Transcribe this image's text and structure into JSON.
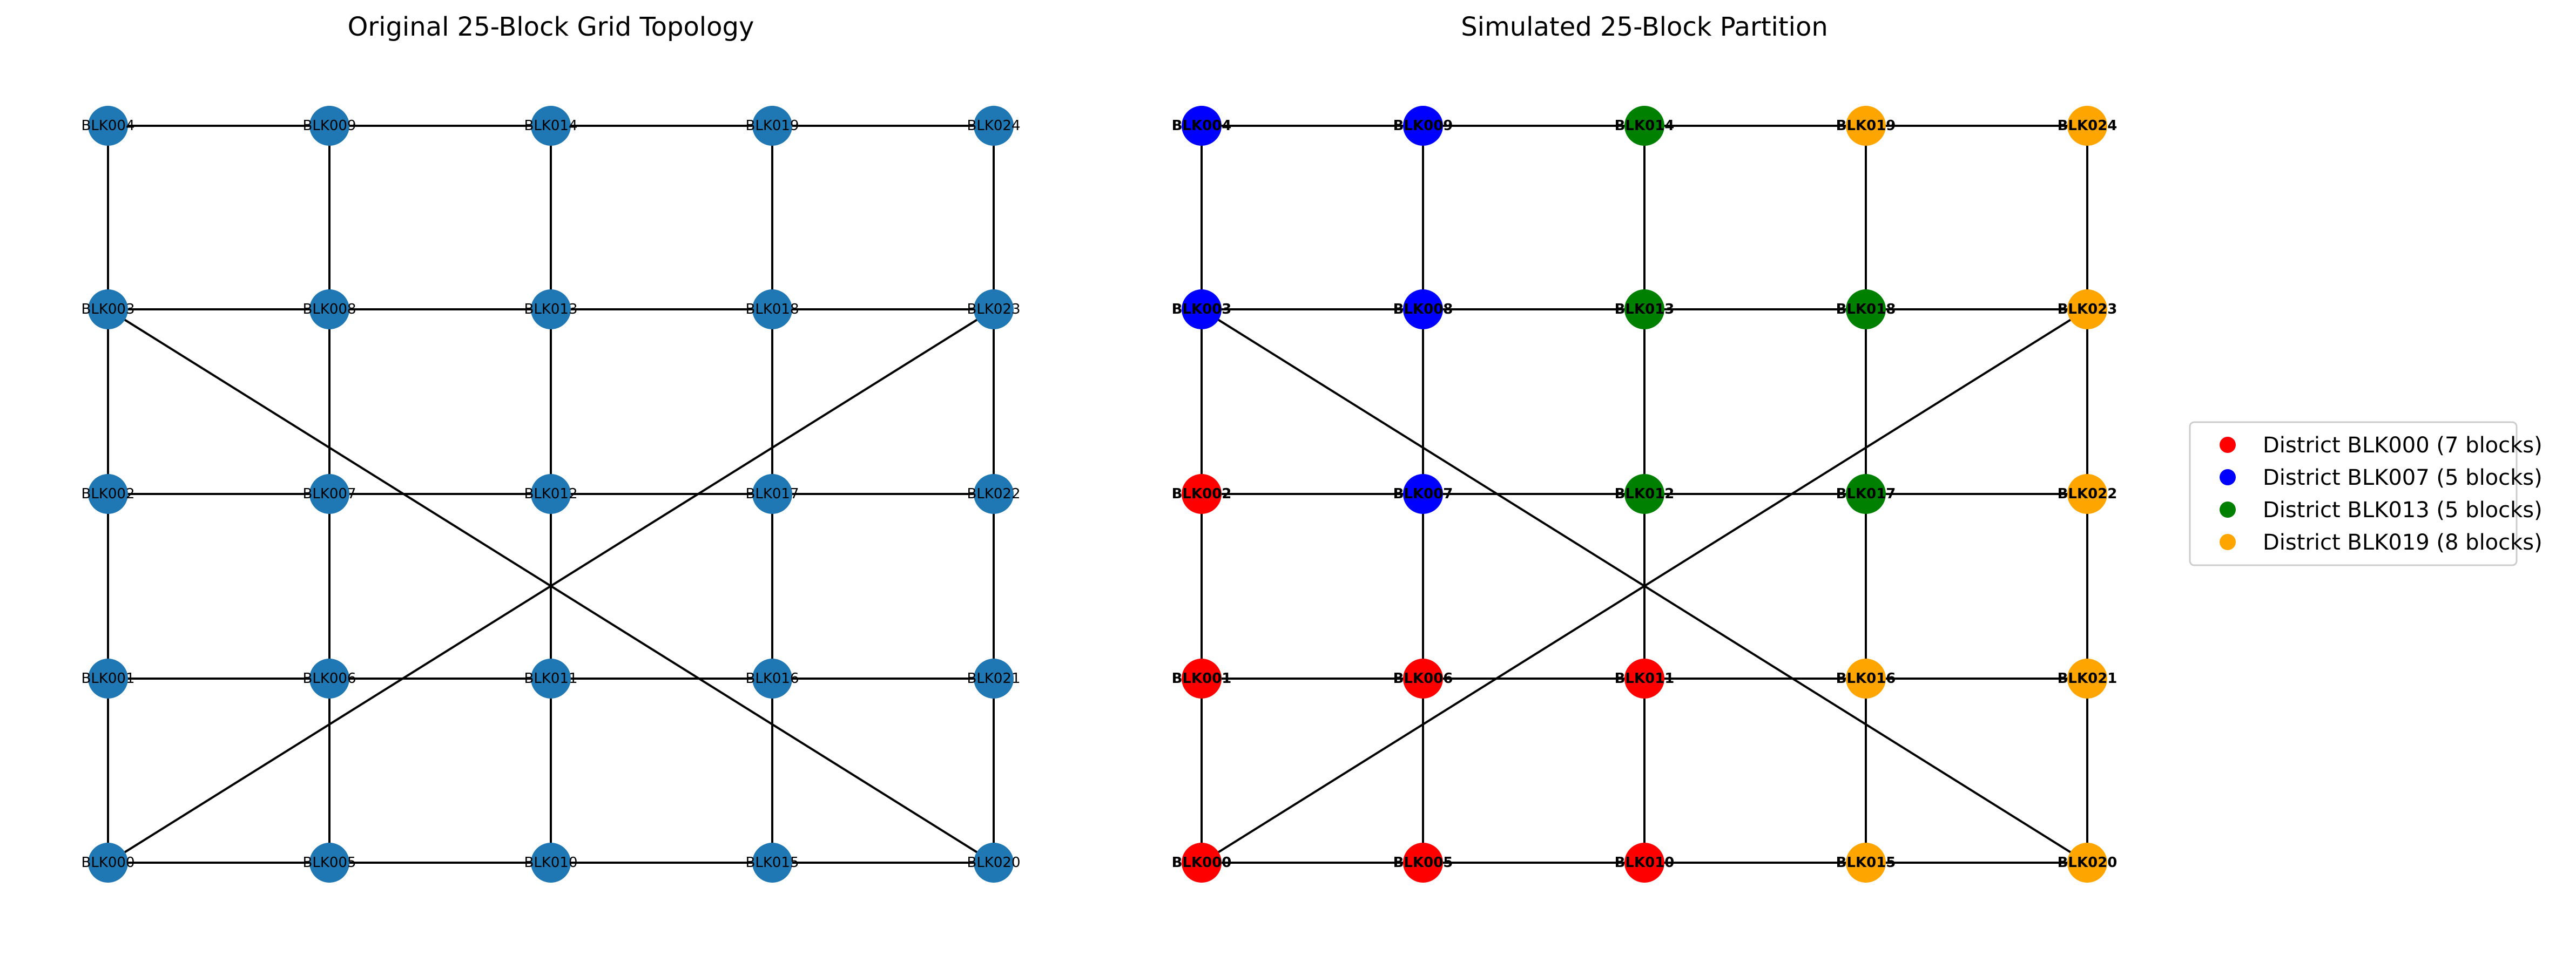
{
  "figure": {
    "left_title": "Original 25-Block Grid Topology",
    "right_title": "Simulated 25-Block Partition"
  },
  "graph": {
    "nodes": [
      "BLK000",
      "BLK001",
      "BLK002",
      "BLK003",
      "BLK004",
      "BLK005",
      "BLK006",
      "BLK007",
      "BLK008",
      "BLK009",
      "BLK010",
      "BLK011",
      "BLK012",
      "BLK013",
      "BLK014",
      "BLK015",
      "BLK016",
      "BLK017",
      "BLK018",
      "BLK019",
      "BLK020",
      "BLK021",
      "BLK022",
      "BLK023",
      "BLK024"
    ],
    "extra_edges": [
      [
        "BLK003",
        "BLK020"
      ],
      [
        "BLK000",
        "BLK023"
      ]
    ],
    "default_node_color": "#1f77b4",
    "edge_color": "#000000"
  },
  "partition": {
    "districts": [
      {
        "label": "District BLK000 (7 blocks)",
        "color": "#ff0000",
        "blocks": [
          "BLK000",
          "BLK001",
          "BLK002",
          "BLK005",
          "BLK006",
          "BLK010",
          "BLK011"
        ]
      },
      {
        "label": "District BLK007 (5 blocks)",
        "color": "#0000ff",
        "blocks": [
          "BLK003",
          "BLK004",
          "BLK007",
          "BLK008",
          "BLK009"
        ]
      },
      {
        "label": "District BLK013 (5 blocks)",
        "color": "#008000",
        "blocks": [
          "BLK012",
          "BLK013",
          "BLK014",
          "BLK017",
          "BLK018"
        ]
      },
      {
        "label": "District BLK019 (8 blocks)",
        "color": "#ffa500",
        "blocks": [
          "BLK015",
          "BLK016",
          "BLK019",
          "BLK020",
          "BLK021",
          "BLK022",
          "BLK023",
          "BLK024"
        ]
      }
    ]
  }
}
